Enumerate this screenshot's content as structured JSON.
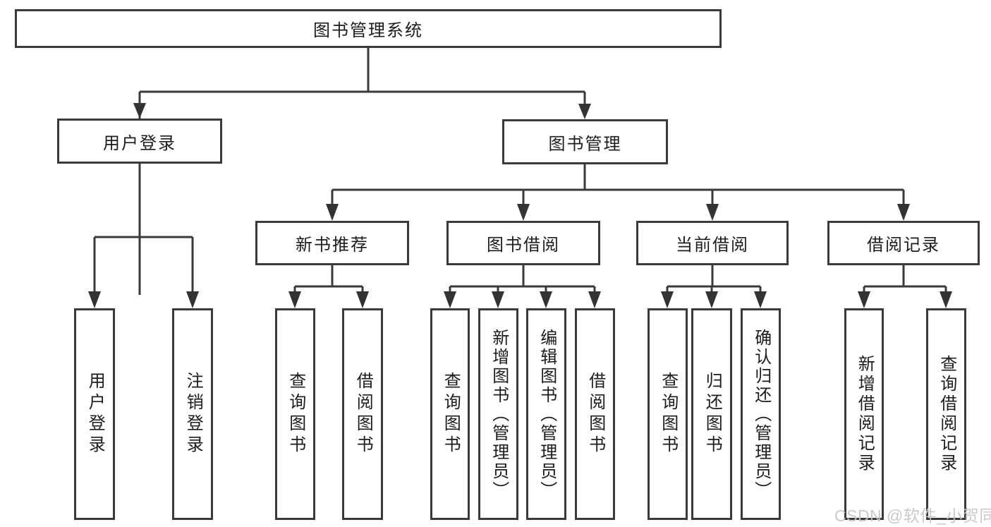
{
  "diagram_title": "图书管理系统",
  "nodes": {
    "root": "图书管理系统",
    "user_login": "用户登录",
    "book_mgmt": "图书管理",
    "new_book": "新书推荐",
    "borrow": "图书借阅",
    "current": "当前借阅",
    "records": "借阅记录",
    "ul_login": "用户登录",
    "ul_logout": "注销登录",
    "nb_query": "查询图书",
    "nb_borrow": "借阅图书",
    "bw_query": "查询图书",
    "bw_add": "新增图书（管理员）",
    "bw_edit": "编辑图书（管理员）",
    "bw_borrow": "借阅图书",
    "cur_query": "查询图书",
    "cur_return": "归还图书",
    "cur_confirm": "确认归还（管理员）",
    "rec_add": "新增借阅记录",
    "rec_query": "查询借阅记录"
  },
  "tree": {
    "图书管理系统": {
      "用户登录": [
        "用户登录",
        "注销登录"
      ],
      "图书管理": {
        "新书推荐": [
          "查询图书",
          "借阅图书"
        ],
        "图书借阅": [
          "查询图书",
          "新增图书（管理员）",
          "编辑图书（管理员）",
          "借阅图书"
        ],
        "当前借阅": [
          "查询图书",
          "归还图书",
          "确认归还（管理员）"
        ],
        "借阅记录": [
          "新增借阅记录",
          "查询借阅记录"
        ]
      }
    }
  },
  "watermark": "CSDN @软件_小贺同学",
  "colors": {
    "background": "#ffffff",
    "line": "#3a3a3a",
    "box_border": "#3a3a3a",
    "text": "#1c1c1c",
    "watermark": "#c6c6c6"
  }
}
